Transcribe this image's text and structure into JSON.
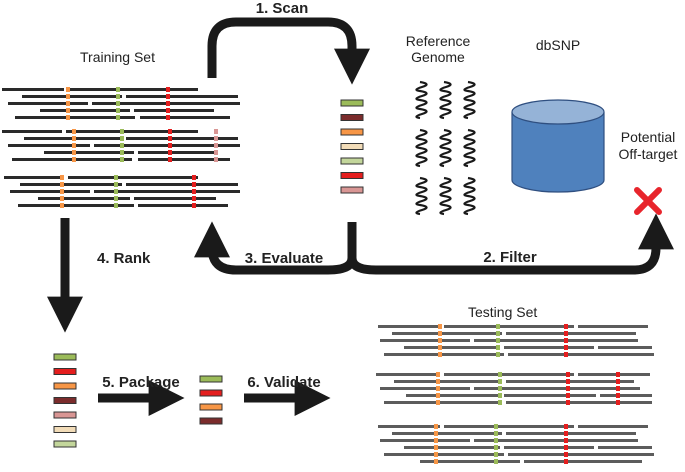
{
  "labels": {
    "training_set": "Training Set",
    "testing_set": "Testing Set",
    "reference_genome_line1": "Reference",
    "reference_genome_line2": "Genome",
    "dbsnp": "dbSNP",
    "potential_line1": "Potential",
    "potential_line2": "Off-target"
  },
  "steps": {
    "scan": "1. Scan",
    "filter": "2. Filter",
    "evaluate": "3. Evaluate",
    "rank": "4. Rank",
    "package": "5. Package",
    "validate": "6. Validate"
  },
  "colors": {
    "read_dark": "#2a2a2a",
    "read_gray": "#5c5c5c",
    "orange": "#f79646",
    "green": "#9bbb59",
    "red": "#e41e1e",
    "pink": "#d99694",
    "dark_red": "#7b2c2c",
    "beige": "#f2dcb8",
    "light_green": "#c3d69b",
    "db_fill": "#4f81bd",
    "db_top": "#95b3d7",
    "x_mark": "#e8252c"
  },
  "stacks": {
    "scan_output": [
      "green",
      "dark_red",
      "orange",
      "beige",
      "light_green",
      "red",
      "pink"
    ],
    "rank_output": [
      "green",
      "red",
      "orange",
      "dark_red",
      "pink",
      "beige",
      "light_green"
    ],
    "package_output": [
      "green",
      "red",
      "orange",
      "dark_red"
    ]
  }
}
